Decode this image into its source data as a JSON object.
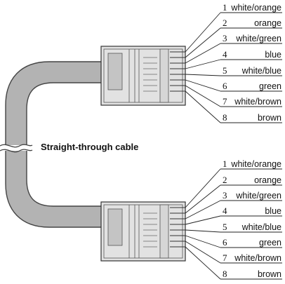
{
  "caption": "Straight-through cable",
  "colors": {
    "cable_fill": "#b3b3b3",
    "cable_stroke": "#444444",
    "connector_fill": "#e2e2e2",
    "ink": "#111111"
  },
  "connectors": [
    {
      "pins": [
        {
          "number": "1",
          "color": "white/orange"
        },
        {
          "number": "2",
          "color": "orange"
        },
        {
          "number": "3",
          "color": "white/green"
        },
        {
          "number": "4",
          "color": "blue"
        },
        {
          "number": "5",
          "color": "white/blue"
        },
        {
          "number": "6",
          "color": "green"
        },
        {
          "number": "7",
          "color": "white/brown"
        },
        {
          "number": "8",
          "color": "brown"
        }
      ]
    },
    {
      "pins": [
        {
          "number": "1",
          "color": "white/orange"
        },
        {
          "number": "2",
          "color": "orange"
        },
        {
          "number": "3",
          "color": "white/green"
        },
        {
          "number": "4",
          "color": "blue"
        },
        {
          "number": "5",
          "color": "white/blue"
        },
        {
          "number": "6",
          "color": "green"
        },
        {
          "number": "7",
          "color": "white/brown"
        },
        {
          "number": "8",
          "color": "brown"
        }
      ]
    }
  ]
}
